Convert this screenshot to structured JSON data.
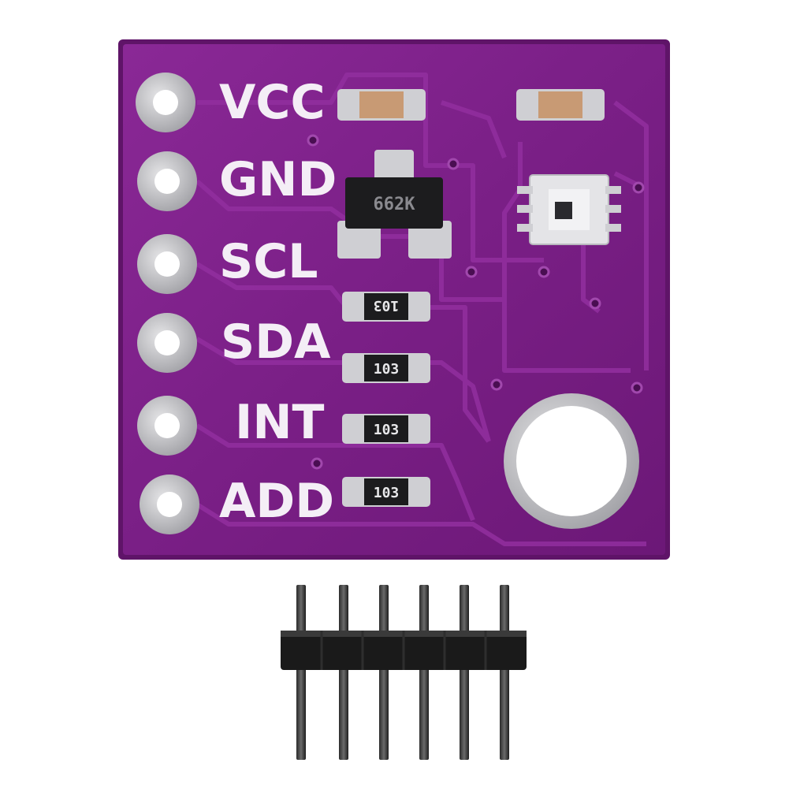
{
  "board": {
    "pin_labels": [
      "VCC",
      "GND",
      "SCL",
      "SDA",
      "INT",
      "ADD"
    ],
    "regulator_marking": "662K",
    "resistor_markings": [
      "103",
      "103",
      "103",
      "103"
    ]
  },
  "colors": {
    "pcb": "#7a1f86",
    "pcb_edge": "#6a1675",
    "trace": "#8d2f9a",
    "silkscreen": "#f4eef6",
    "pad": "#c9c9cc",
    "header_plastic": "#1a1a1a"
  }
}
